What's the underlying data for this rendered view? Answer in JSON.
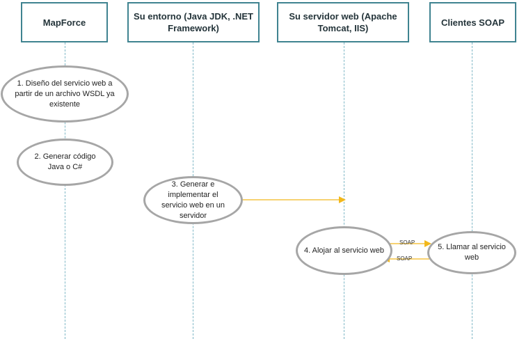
{
  "diagram": {
    "lanes": [
      {
        "id": "mapforce",
        "title": "MapForce"
      },
      {
        "id": "environment",
        "title": "Su entorno (Java JDK, .NET Framework)"
      },
      {
        "id": "webserver",
        "title": "Su servidor web (Apache Tomcat, IIS)"
      },
      {
        "id": "soapclients",
        "title": "Clientes SOAP"
      }
    ],
    "steps": [
      {
        "id": "step1",
        "text": "1. Diseño del servicio web a partir de un archivo WSDL ya existente"
      },
      {
        "id": "step2",
        "text": "2. Generar código Java o C#"
      },
      {
        "id": "step3",
        "text": "3. Generar e implementar el servicio web en un servidor"
      },
      {
        "id": "step4",
        "text": "4. Alojar al servicio web"
      },
      {
        "id": "step5",
        "text": "5. Llamar al servicio web"
      }
    ],
    "messages": [
      {
        "from": "step3",
        "to": "webserver",
        "label": ""
      },
      {
        "from": "step4",
        "to": "step5",
        "label": "SOAP"
      },
      {
        "from": "step5",
        "to": "step4",
        "label": "SOAP"
      }
    ],
    "colors": {
      "header_border": "#3f8390",
      "lifeline": "#7fb7c6",
      "ellipse_border": "#a6a6a6",
      "arrow": "#f2b81c"
    }
  }
}
